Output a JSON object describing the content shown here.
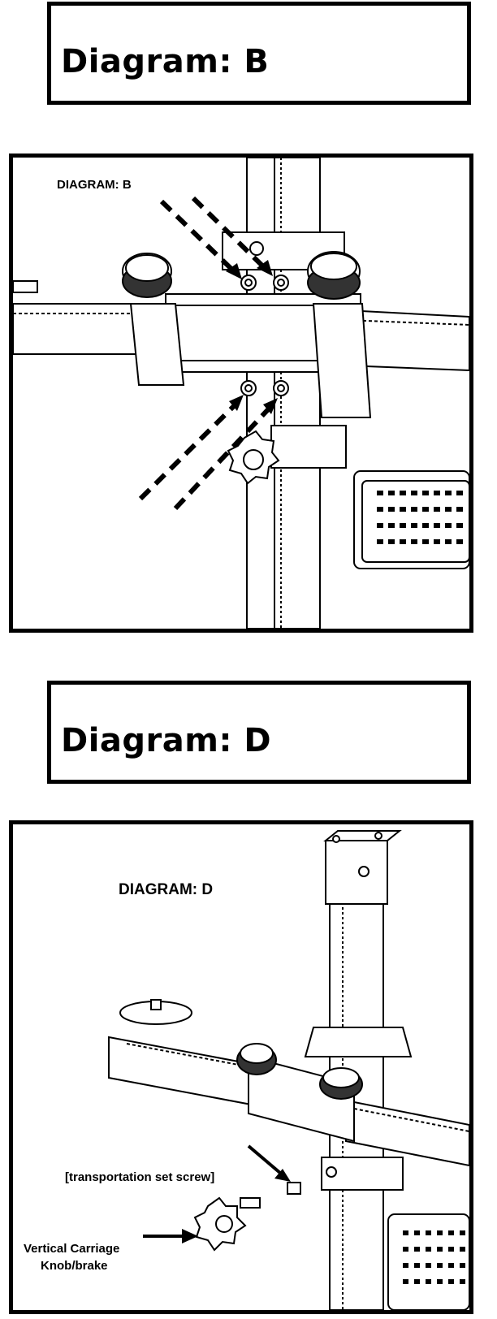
{
  "headers": {
    "title_b": "Diagram: B",
    "title_d": "Diagram: D"
  },
  "panel_b": {
    "label": "DIAGRAM: B"
  },
  "panel_d": {
    "label": "DIAGRAM: D",
    "screw_label": "[transportation set screw]",
    "knob_label_line1": "Vertical Carriage",
    "knob_label_line2": "Knob/brake"
  }
}
